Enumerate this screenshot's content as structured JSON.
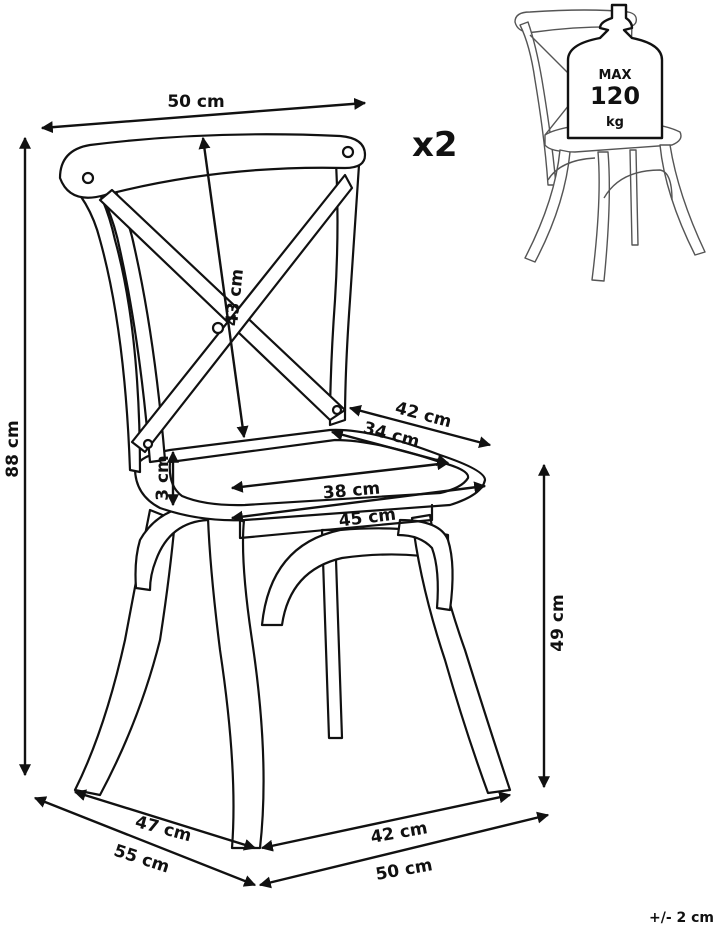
{
  "quantity": "x2",
  "tolerance": "+/- 2 cm",
  "max_load": {
    "line1": "MAX",
    "line2": "120",
    "line3": "kg"
  },
  "dimensions": {
    "top_width": "50 cm",
    "total_height": "88 cm",
    "backrest_height": "43 cm",
    "seat_depth_outer": "42 cm",
    "seat_depth_inner": "34 cm",
    "seat_thickness": "3 cm",
    "seat_width_inner": "38 cm",
    "seat_width_outer": "45 cm",
    "seat_height": "49 cm",
    "base_side_inner": "47 cm",
    "base_side_outer": "55 cm",
    "base_front_inner": "42 cm",
    "base_front_outer": "50 cm"
  }
}
